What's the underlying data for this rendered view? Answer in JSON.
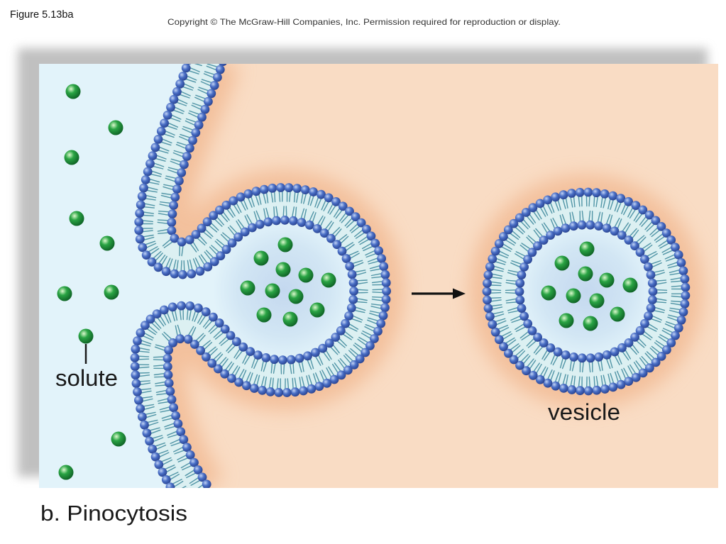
{
  "figure_label": "Figure 5.13ba",
  "copyright": "Copyright © The McGraw-Hill Companies, Inc. Permission required for reproduction or display.",
  "labels": {
    "solute": "solute",
    "vesicle": "vesicle"
  },
  "caption": "b. Pinocytosis",
  "colors": {
    "extracellular_fluid": "#e2f3fa",
    "cytoplasm": "#f9dcc4",
    "membrane_glow": "#efae82",
    "lipid_head": "#4a6fc6",
    "lipid_tail": "#5195a6",
    "bilayer_core": "#dcf0f2",
    "solute": "#2aa444",
    "cavity": "#c4d8ef",
    "text": "#1a1a1a"
  }
}
